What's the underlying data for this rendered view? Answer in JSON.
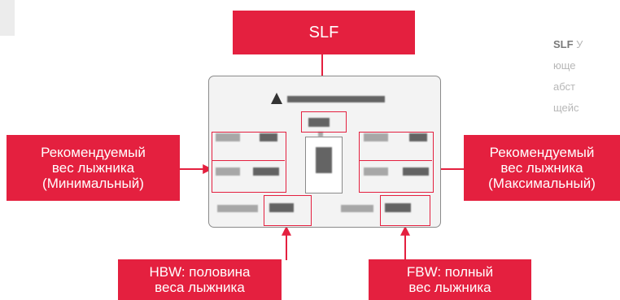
{
  "callouts": {
    "slf": "SLF",
    "rec_min": [
      "Рекомендуемый",
      "вес лыжника",
      "(Минимальный)"
    ],
    "rec_max": [
      "Рекомендуемый",
      "вес лыжника",
      "(Максимальный)"
    ],
    "hbw": [
      "HBW: половина",
      "веса лыжника"
    ],
    "fbw": [
      "FBW: полный",
      "вес лыжника"
    ]
  },
  "side_text": {
    "lead": "SLF",
    "line1_rest": " У",
    "line2": "юще",
    "line3": "абст",
    "line4": "щейс"
  },
  "colors": {
    "accent": "#e4203f",
    "sticker_border": "#8a8a8a"
  }
}
